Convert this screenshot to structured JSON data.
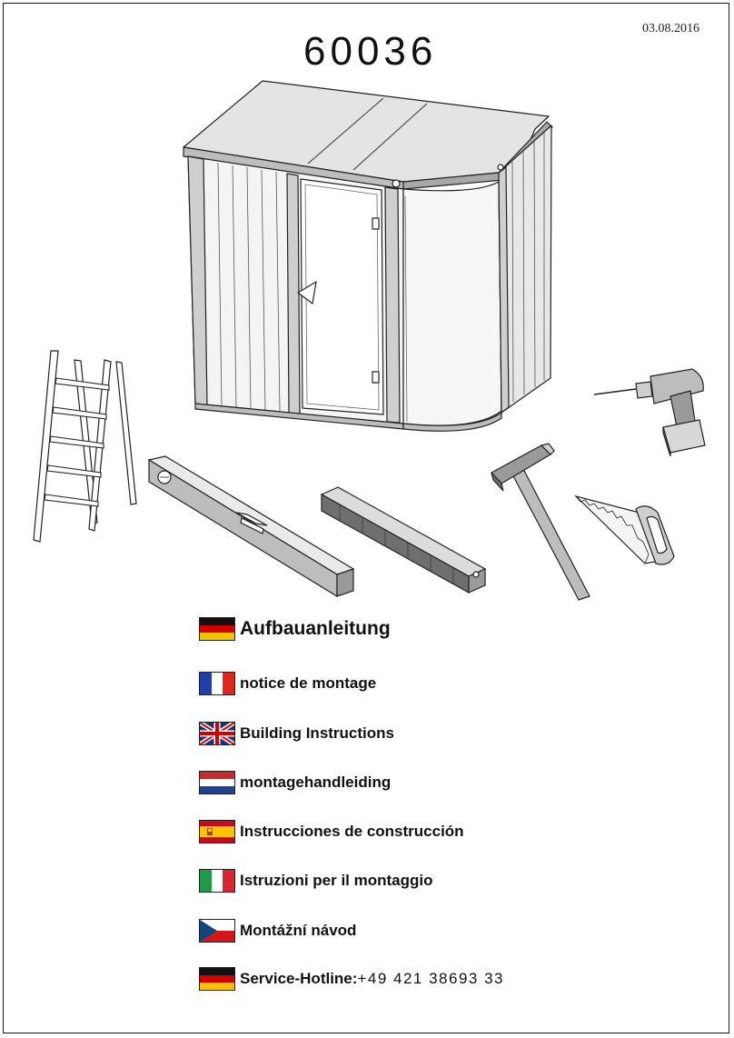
{
  "header": {
    "date": "03.08.2016",
    "model_number": "60036"
  },
  "illustration": {
    "icons": [
      "shed-icon",
      "ladder-icon",
      "spirit-level-icon",
      "folding-rule-icon",
      "hammer-icon",
      "drill-icon",
      "saw-icon"
    ]
  },
  "languages": [
    {
      "flag": "germany-flag-icon",
      "label": "Aufbauanleitung"
    },
    {
      "flag": "france-flag-icon",
      "label": "notice de montage"
    },
    {
      "flag": "uk-flag-icon",
      "label": "Building Instructions"
    },
    {
      "flag": "netherlands-flag-icon",
      "label": "montagehandleiding"
    },
    {
      "flag": "spain-flag-icon",
      "label": "Instrucciones de construcción"
    },
    {
      "flag": "italy-flag-icon",
      "label": "Istruzioni per il montaggio"
    },
    {
      "flag": "czech-flag-icon",
      "label": "Montážní návod"
    }
  ],
  "hotline": {
    "flag": "germany-flag-icon",
    "label": "Service-Hotline:",
    "number": "+49 421 38693 33"
  },
  "colors": {
    "line": "#222222",
    "fill_light": "#f2f2f2",
    "fill_mid": "#cfcfcf",
    "fill_dark": "#9a9a9a"
  }
}
